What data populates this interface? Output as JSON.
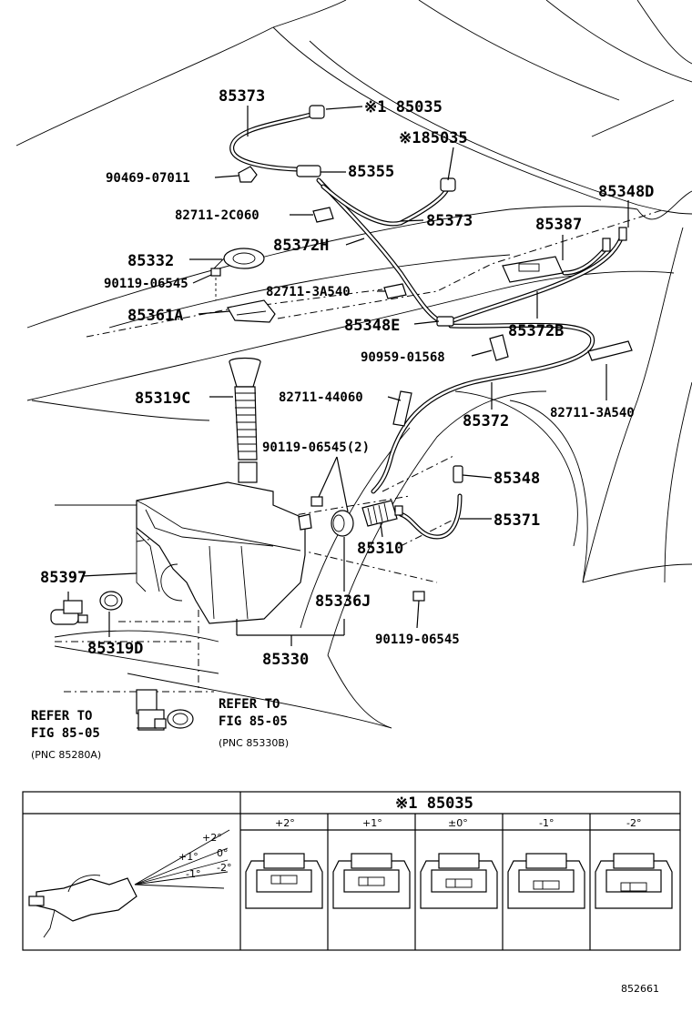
{
  "callouts": {
    "c85373a": "85373",
    "c85035a": "※1 85035",
    "c85035b": "※185035",
    "c90469": "90469-07011",
    "c85355": "85355",
    "c82711_2c": "82711-2C060",
    "c85373b": "85373",
    "c85348d": "85348D",
    "c85387": "85387",
    "c85372h": "85372H",
    "c85332": "85332",
    "c90119a": "90119-06545",
    "c82711_3a_a": "82711-3A540",
    "c85361a": "85361A",
    "c85348e": "85348E",
    "c85372b": "85372B",
    "c90959": "90959-01568",
    "c85319c": "85319C",
    "c82711_44": "82711-44060",
    "c85372": "85372",
    "c82711_3a_b": "82711-3A540",
    "c90119_2": "90119-06545(2)",
    "c85348": "85348",
    "c85371": "85371",
    "c85310": "85310",
    "c85397": "85397",
    "c85336j": "85336J",
    "c90119b": "90119-06545",
    "c85319d": "85319D",
    "c85330": "85330"
  },
  "refer_left": {
    "line1": "REFER TO",
    "line2": "FIG 85-05",
    "line3": "(PNC 85280A)"
  },
  "refer_right": {
    "line1": "REFER TO",
    "line2": "FIG 85-05",
    "line3": "(PNC 85330B)"
  },
  "table": {
    "header": "※1 85035",
    "columns": [
      "+2°",
      "+1°",
      "±0°",
      "-1°",
      "-2°"
    ],
    "angle_labels": [
      "+2°",
      "+1°",
      "0°",
      "-1°",
      "-2°"
    ]
  },
  "figure_id": "852661"
}
